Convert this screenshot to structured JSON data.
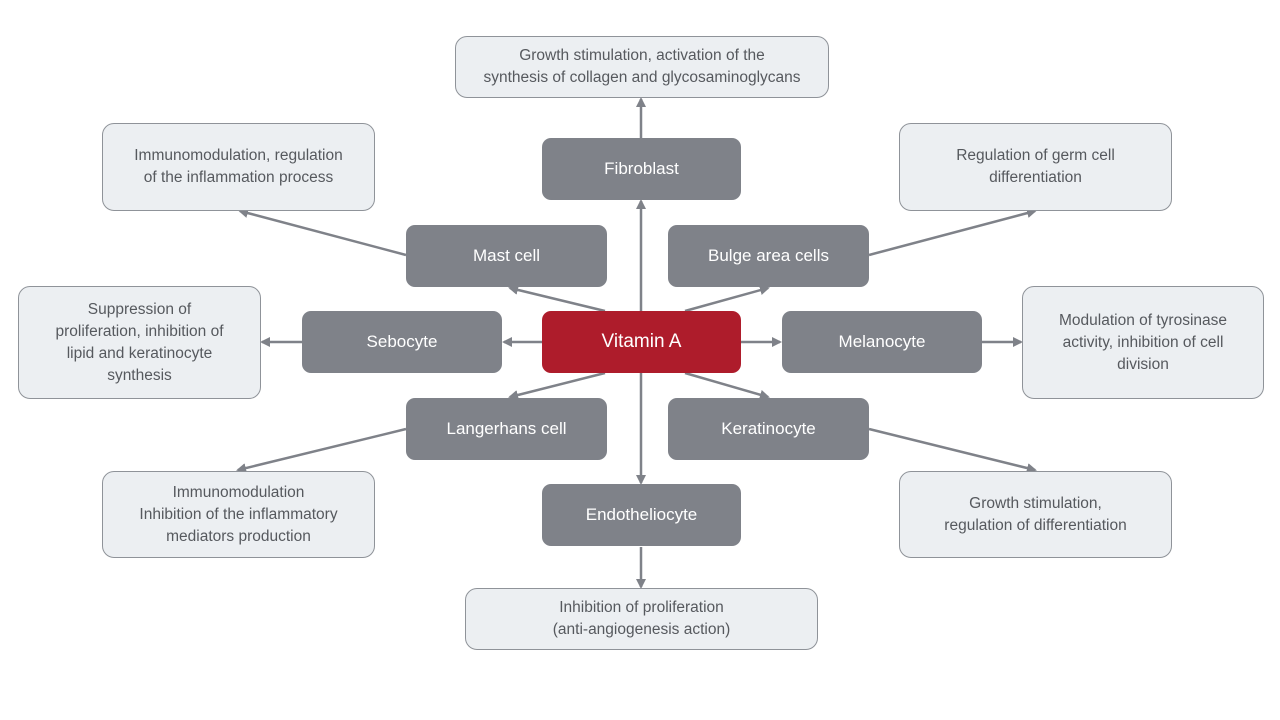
{
  "diagram": {
    "center": {
      "id": "vitamin-a",
      "label": "Vitamin A"
    },
    "cells": [
      {
        "id": "fibroblast",
        "label": "Fibroblast",
        "effect": "Growth stimulation, activation of the\nsynthesis of collagen and glycosaminoglycans"
      },
      {
        "id": "mast-cell",
        "label": "Mast cell",
        "effect": "Immunomodulation, regulation\nof the inflammation process"
      },
      {
        "id": "bulge-area-cells",
        "label": "Bulge area cells",
        "effect": "Regulation of germ cell\ndifferentiation"
      },
      {
        "id": "sebocyte",
        "label": "Sebocyte",
        "effect": "Suppression of\nproliferation, inhibition of\nlipid and keratinocyte\nsynthesis"
      },
      {
        "id": "melanocyte",
        "label": "Melanocyte",
        "effect": "Modulation of tyrosinase\nactivity, inhibition of cell\ndivision"
      },
      {
        "id": "langerhans-cell",
        "label": "Langerhans  cell",
        "effect": "Immunomodulation\nInhibition of the inflammatory\nmediators production"
      },
      {
        "id": "keratinocyte",
        "label": "Keratinocyte",
        "effect": "Growth stimulation,\nregulation of differentiation"
      },
      {
        "id": "endotheliocyte",
        "label": "Endotheliocyte",
        "effect": "Inhibition of proliferation\n(anti-angiogenesis action)"
      }
    ],
    "colors": {
      "center": "#ae1c2b",
      "cell": "#7f8289",
      "effect_fill": "#eceff2",
      "effect_border": "#8f9399",
      "arrow": "#7f8289"
    }
  }
}
